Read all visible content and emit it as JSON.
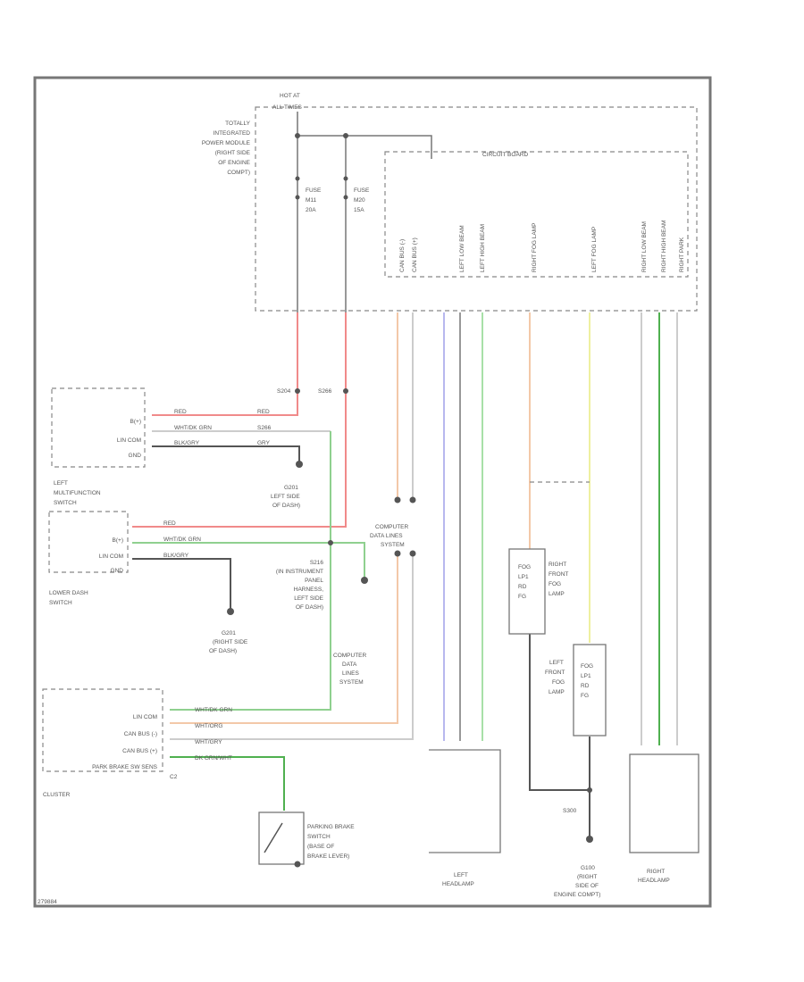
{
  "colors": {
    "red": "#f08a8a",
    "green": "#8fd08f",
    "orange": "#f3c8a8",
    "gray": "#c8c8c8",
    "black": "#555555",
    "blue": "#b8b8ee",
    "yellow": "#eef0a0",
    "dkgreen": "#4fb04f"
  },
  "tipm": {
    "hot": "HOT AT",
    "hot2": "ALL TIMES",
    "l1": "TOTALLY",
    "l2": "INTEGRATED",
    "l3": "POWER MODULE",
    "l4": "(RIGHT SIDE",
    "l5": "OF ENGINE",
    "l6": "COMPT)",
    "fuse1a": "FUSE",
    "fuse1b": "M11",
    "fuse1c": "20A",
    "fuse2a": "FUSE",
    "fuse2b": "M20",
    "fuse2c": "15A",
    "board": "CIRCUIT BOARD"
  },
  "board_circuits": [
    "CAN BUS (-)",
    "CAN BUS (+)",
    "LEFT LOW BEAM",
    "LEFT HIGH BEAM",
    "RIGHT FOG LAMP",
    "LEFT FOG LAMP",
    "RIGHT LOW BEAM",
    "RIGHT HIGH BEAM",
    "RIGHT PARK"
  ],
  "splices": {
    "s204": "S204",
    "s266": "S266",
    "s216a": "S216",
    "s216b": "(IN INSTRUMENT",
    "s216c": "PANEL",
    "s216d": "HARNESS,",
    "s216e": "LEFT SIDE",
    "s216f": "OF DASH)",
    "s300": "S300"
  },
  "upper_switch": {
    "pins": [
      "B(+)",
      "LIN COM",
      "GND"
    ],
    "wires": [
      "RED",
      "WHT/DK GRN",
      "BLK/GRY"
    ],
    "wire_ends": [
      "RED",
      "S266",
      "GRY"
    ]
  },
  "ground_left": {
    "a": "G201",
    "b": "LEFT SIDE",
    "c": "OF DASH)"
  },
  "mfs": {
    "a": "LEFT",
    "b": "MULTIFUNCTION",
    "c": "SWITCH",
    "pins": [
      "B(+)",
      "LIN COM",
      "GND"
    ],
    "wires": [
      "RED",
      "WHT/DK GRN",
      "BLK/GRY"
    ]
  },
  "lower_switch": {
    "a": "LOWER DASH",
    "b": "SWITCH"
  },
  "ground_right": {
    "a": "G201",
    "b": "(RIGHT SIDE",
    "c": "OF DASH)"
  },
  "cds1": {
    "a": "COMPUTER",
    "b": "DATA LINES",
    "c": "SYSTEM"
  },
  "cds2": {
    "a": "COMPUTER",
    "b": "DATA",
    "c": "LINES",
    "d": "SYSTEM"
  },
  "cluster": {
    "name": "CLUSTER",
    "conn": "C2",
    "pins": [
      "LIN COM",
      "CAN BUS (-)",
      "CAN BUS (+)",
      "PARK BRAKE SW SENS"
    ],
    "wires": [
      "WHT/DK GRN",
      "WHT/ORG",
      "WHT/GRY",
      "DK GRN/WHT"
    ]
  },
  "parkbrake": {
    "a": "PARKING BRAKE",
    "b": "SWITCH",
    "c": "(BASE OF",
    "d": "BRAKE LEVER)"
  },
  "fog_right": {
    "pin": [
      "FOG",
      "LP1",
      "RD",
      "FG"
    ],
    "a": "RIGHT",
    "b": "FRONT",
    "c": "FOG",
    "d": "LAMP"
  },
  "fog_left": {
    "pin": [
      "FOG",
      "LP1",
      "RD",
      "FG"
    ],
    "a": "LEFT",
    "b": "FRONT",
    "c": "FOG",
    "d": "LAMP"
  },
  "g100": {
    "a": "G100",
    "b": "(RIGHT",
    "c": "SIDE OF",
    "d": "ENGINE COMPT)"
  },
  "headlamps": {
    "left": {
      "a": "LEFT",
      "b": "HEADLAMP"
    },
    "right": {
      "a": "RIGHT",
      "b": "HEADLAMP"
    }
  },
  "footer": "279884"
}
